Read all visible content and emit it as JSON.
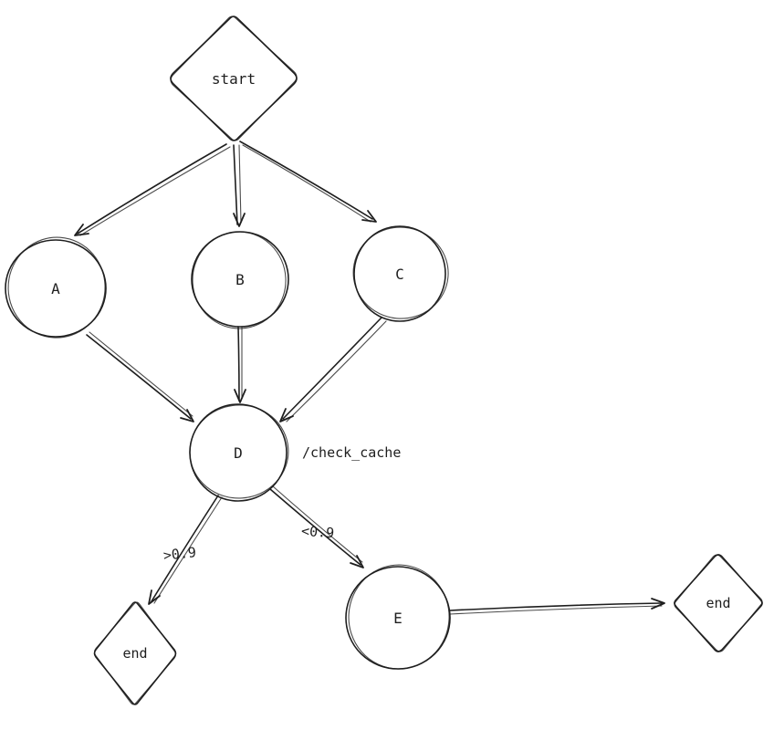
{
  "canvas": {
    "background": "#ffffff",
    "stroke_color": "#1e1e1e"
  },
  "diagram": {
    "nodes": {
      "start": {
        "label": "start",
        "shape": "diamond"
      },
      "a": {
        "label": "A",
        "shape": "circle"
      },
      "b": {
        "label": "B",
        "shape": "circle"
      },
      "c": {
        "label": "C",
        "shape": "circle"
      },
      "d": {
        "label": "D",
        "shape": "circle",
        "annotation": "/check_cache"
      },
      "e": {
        "label": "E",
        "shape": "circle"
      },
      "end_left": {
        "label": "end",
        "shape": "diamond"
      },
      "end_right": {
        "label": "end",
        "shape": "diamond"
      }
    },
    "edges": [
      {
        "from": "start",
        "to": "A"
      },
      {
        "from": "start",
        "to": "B"
      },
      {
        "from": "start",
        "to": "C"
      },
      {
        "from": "A",
        "to": "D"
      },
      {
        "from": "B",
        "to": "D"
      },
      {
        "from": "C",
        "to": "D"
      },
      {
        "from": "D",
        "to": "end_left",
        "label": ">0.9"
      },
      {
        "from": "D",
        "to": "E",
        "label": "<0.9"
      },
      {
        "from": "E",
        "to": "end_right"
      }
    ]
  }
}
